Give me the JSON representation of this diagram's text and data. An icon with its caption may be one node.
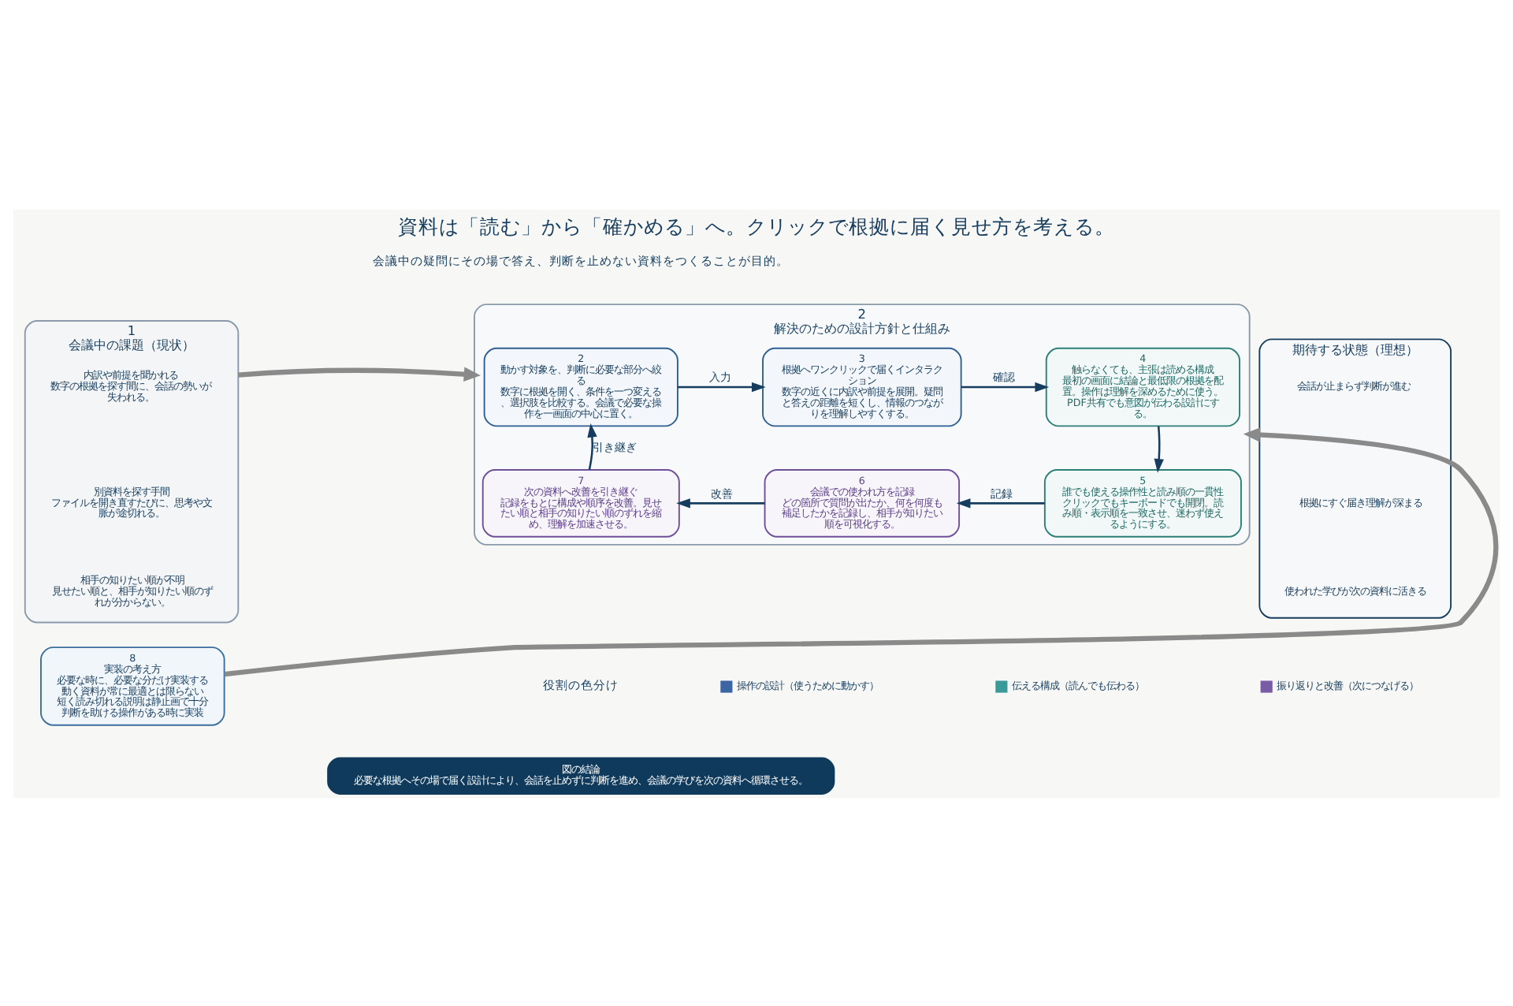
{
  "diagram": {
    "title": "資料は「読む」から「確かめる」へ。クリックで根拠に届く見せ方を考える。",
    "nodes": [
      {
        "text": [
          "1",
          "会議中の課題（現状）"
        ]
      },
      {
        "text": [
          "内訳や前提を聞かれる",
          "数字の根拠を探す間に、会話の勢いが失われる。"
        ],
        "in": 0
      },
      {
        "text": [
          "別資料を探す手間",
          "ファイルを開き直すたびに、思考や文脈が途切れる。"
        ],
        "in": 0
      },
      {
        "text": [
          "相手の知りたい順が不明",
          "見せたい順と、相手が知りたい順のずれが分からない。"
        ],
        "in": 0
      },
      {
        "text": [
          "2",
          "解決のための設計方針と仕組み"
        ]
      },
      {
        "text": [
          "2",
          "動かす対象を、判断に必要な部分へ絞る",
          "数字に根拠を開く、条件を一つ変える、選択肢を比較する。会議で必要な操作を一画面の中心に置く。"
        ],
        "in": 4
      },
      {
        "text": [
          "3",
          "根拠へワンクリックで届くインタラクション",
          "数字の近くに内訳や前提を展開。疑問と答えの距離を短くし、情報のつながりを理解しやすくする。"
        ],
        "in": 4
      },
      {
        "text": [
          "4",
          "触らなくても、主張は読める構成",
          "最初の画面に結論と最低限の根拠を配置。操作は理解を深めるために使う。PDF共有でも意図が伝わる設計にする。"
        ],
        "in": 4
      },
      {
        "text": [
          "5",
          "誰でも使える操作性と読み順の一貫性",
          "クリックでもキーボードでも開閉。読み順・表示順を一致させ、迷わず使えるようにする。"
        ],
        "in": 4
      },
      {
        "text": [
          "6",
          "会議での使われ方を記録",
          "どの箇所で質問が出たか、何を何度も補足したかを記録し、相手が知りたい順を可視化する。"
        ],
        "in": 4
      },
      {
        "text": [
          "7",
          "次の資料へ改善を引き継ぐ",
          "記録をもとに構成や順序を改善。見せたい順と相手の知りたい順のずれを縮め、理解を加速させる。"
        ],
        "in": 4
      },
      {
        "text": [
          "8",
          "実装の考え方",
          "必要な時に、必要な分だけ実装する",
          "動く資料が常に最適とは限らない",
          "短く読み切れる説明は静止画で十分",
          "判断を助ける操作がある時に実装"
        ]
      },
      {
        "text": [
          "期待する状態（理想）"
        ]
      },
      {
        "text": [
          "会話が止まらず判断が進む"
        ],
        "in": 12
      },
      {
        "text": [
          "根拠にすぐ届き理解が深まる"
        ],
        "in": 12
      },
      {
        "text": [
          "使われた学びが次の資料に活きる"
        ],
        "in": 12
      },
      {
        "text": [
          "図の結論",
          "必要な根拠へその場で届く設計により、会話を止めずに判断を進め、会議の学びを次の資料へ循環させる。"
        ]
      }
    ],
    "edges": [
      {
        "from": 0,
        "to": 4,
        "arrow": "to",
        "color": "#8a8a8a",
        "style": "thick"
      },
      {
        "from": 11,
        "to": 4,
        "arrow": "to",
        "color": "#8a8a8a",
        "style": "thick"
      },
      {
        "from": 5,
        "to": 6,
        "arrow": "to",
        "label": "入力"
      },
      {
        "from": 6,
        "to": 7,
        "arrow": "to",
        "label": "確認"
      },
      {
        "from": 7,
        "to": 8,
        "arrow": "to"
      },
      {
        "from": 8,
        "to": 9,
        "arrow": "to",
        "label": "記録"
      },
      {
        "from": 9,
        "to": 10,
        "arrow": "to",
        "label": "改善"
      },
      {
        "from": 10,
        "to": 5,
        "arrow": "to",
        "label": "引き継ぎ"
      }
    ],
    "labels": [
      "会議中の疑問にその場で答え、判断を止めない資料をつくることが目的。",
      "役割の色分け"
    ],
    "legend": [
      {
        "text": "操作の設計（使うために動かす）",
        "color": "#3b66a3"
      },
      {
        "text": "伝える構成（読んでも伝わる）",
        "color": "#3a9a98"
      },
      {
        "text": "振り返りと改善（次につなげる）",
        "color": "#7a5ca6"
      }
    ]
  }
}
